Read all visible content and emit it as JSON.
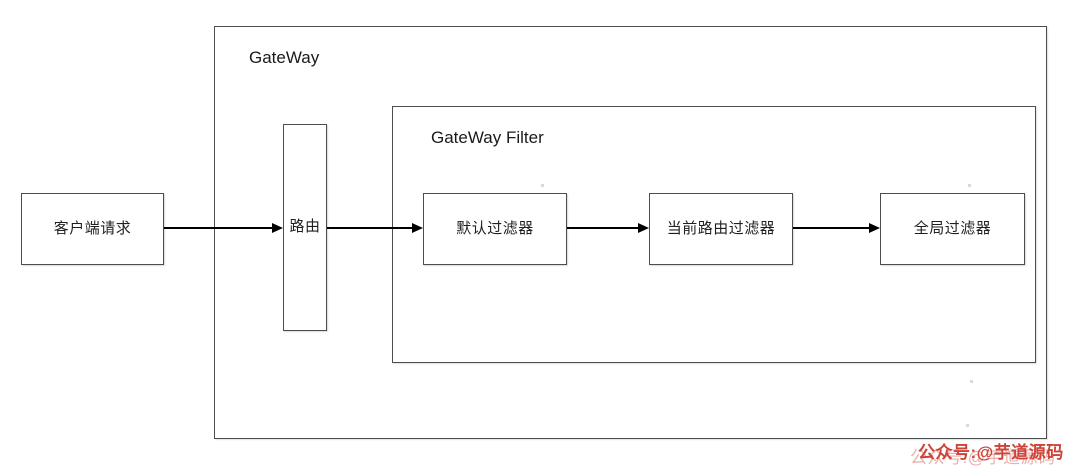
{
  "diagram": {
    "gateway_label": "GateWay",
    "gateway_filter_label": "GateWay Filter"
  },
  "nodes": {
    "client": {
      "label": "客户端请求"
    },
    "route": {
      "label": "路由"
    },
    "default_filter": {
      "label": "默认过滤器"
    },
    "current_route_filter": {
      "label": "当前路由过滤器"
    },
    "global_filter": {
      "label": "全局过滤器"
    }
  },
  "edges": [
    {
      "from": "客户端请求",
      "to": "路由"
    },
    {
      "from": "路由",
      "to": "默认过滤器"
    },
    {
      "from": "默认过滤器",
      "to": "当前路由过滤器"
    },
    {
      "from": "当前路由过滤器",
      "to": "全局过滤器"
    }
  ],
  "watermark": {
    "text": "公众号:@芋道源码",
    "color": "#cf4238"
  },
  "colors": {
    "background": "#ffffff",
    "box_border": "#4d4d4d",
    "arrow": "#000000",
    "text": "#1f1f1f"
  }
}
